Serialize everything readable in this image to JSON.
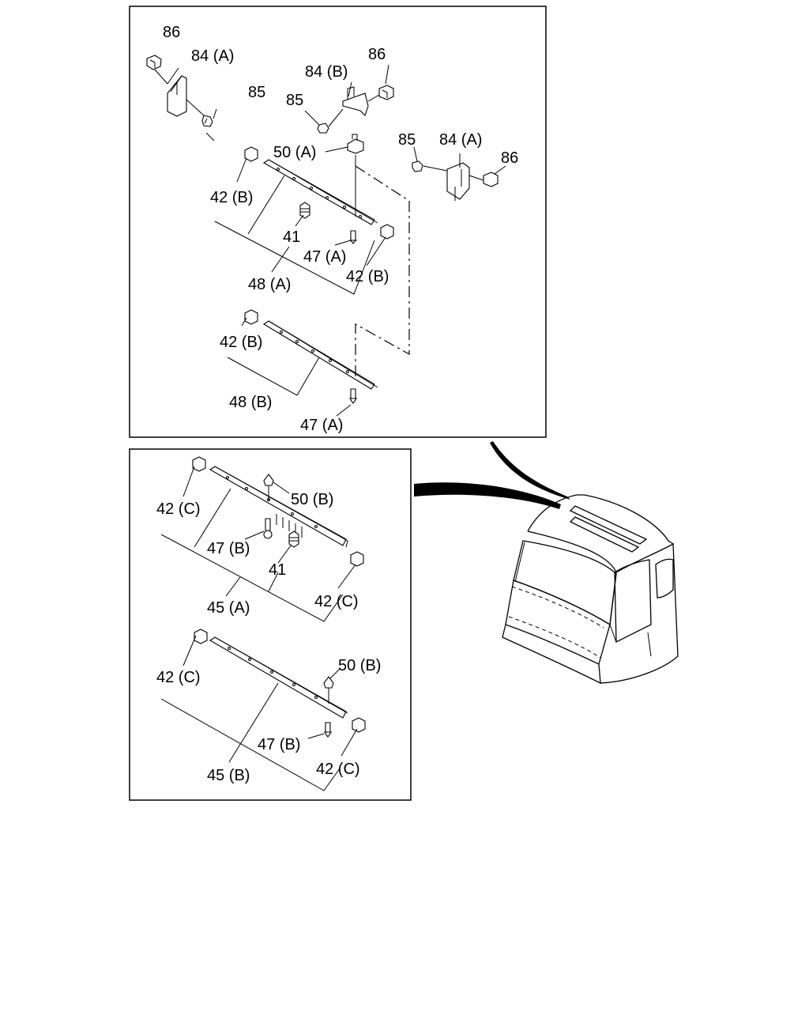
{
  "upper_panel": {
    "callouts": {
      "c86_a": "86",
      "c84a_a": "84 (A)",
      "c85_a": "85",
      "c84b": "84 (B)",
      "c86_b": "86",
      "c85_b": "85",
      "c50a": "50 (A)",
      "c85_c": "85",
      "c84a_b": "84 (A)",
      "c86_c": "86",
      "c42b_a": "42 (B)",
      "c41_a": "41",
      "c47a_a": "47 (A)",
      "c48a": "48 (A)",
      "c42b_b": "42 (B)",
      "c42b_c": "42 (B)",
      "c48b": "48 (B)",
      "c47a_b": "47 (A)"
    }
  },
  "lower_panel": {
    "callouts": {
      "c42c_a": "42 (C)",
      "c50b_a": "50 (B)",
      "c47b_a": "47 (B)",
      "c41_b": "41",
      "c45a": "45 (A)",
      "c42c_b": "42 (C)",
      "c42c_c": "42 (C)",
      "c50b_b": "50 (B)",
      "c47b_b": "47 (B)",
      "c45b": "45 (B)",
      "c42c_d": "42 (C)"
    }
  }
}
